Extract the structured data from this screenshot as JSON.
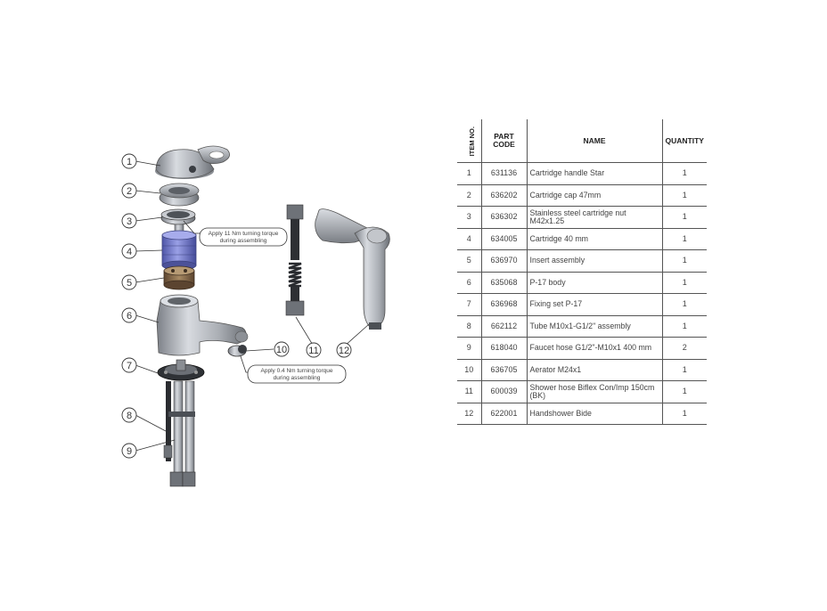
{
  "callouts": [
    "1",
    "2",
    "3",
    "4",
    "5",
    "6",
    "7",
    "8",
    "9",
    "10",
    "11",
    "12"
  ],
  "notes": {
    "note_1": [
      "Apply 11 Nm turning torque",
      "during assembling"
    ],
    "note_2": [
      "Apply 0.4 Nm turning torque",
      "during assembling"
    ]
  },
  "table": {
    "headers": {
      "item_no": "ITEM NO.",
      "part_code_line1": "PART",
      "part_code_line2": "CODE",
      "name": "NAME",
      "quantity": "QUANTITY"
    },
    "rows": [
      {
        "item": "1",
        "code": "631136",
        "name": "Cartridge handle Star",
        "qty": "1"
      },
      {
        "item": "2",
        "code": "636202",
        "name": "Cartridge cap 47mm",
        "qty": "1"
      },
      {
        "item": "3",
        "code": "636302",
        "name": "Stainless steel cartridge nut M42x1.25",
        "qty": "1"
      },
      {
        "item": "4",
        "code": "634005",
        "name": "Cartridge 40 mm",
        "qty": "1"
      },
      {
        "item": "5",
        "code": "636970",
        "name": "Insert assembly",
        "qty": "1"
      },
      {
        "item": "6",
        "code": "635068",
        "name": "P-17  body",
        "qty": "1"
      },
      {
        "item": "7",
        "code": "636968",
        "name": "Fixing  set  P-17",
        "qty": "1"
      },
      {
        "item": "8",
        "code": "662112",
        "name": "Tube  M10x1-G1/2\" assembly",
        "qty": "1"
      },
      {
        "item": "9",
        "code": "618040",
        "name": "Faucet hose G1/2\"-M10x1  400 mm",
        "qty": "2"
      },
      {
        "item": "10",
        "code": "636705",
        "name": "Aerator  M24x1",
        "qty": "1"
      },
      {
        "item": "11",
        "code": "600039",
        "name": "Shower hose Biflex Con/Imp 150cm (BK)",
        "qty": "1"
      },
      {
        "item": "12",
        "code": "622001",
        "name": "Handshower Bide",
        "qty": "1"
      }
    ]
  },
  "colors": {
    "metal": "#b8bcc2",
    "metal_dark": "#6e7278",
    "cartridge": "#6f76c9",
    "insert": "#8a6e50",
    "line": "#333333"
  }
}
